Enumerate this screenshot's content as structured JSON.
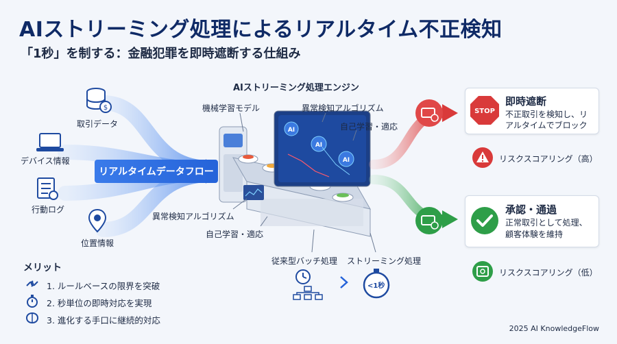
{
  "title": "AIストリーミング処理によるリアルタイム不正検知",
  "subtitle": "「1秒」を制する：金融犯罪を即時遮断する仕組み",
  "inputs": {
    "transaction_data": "取引データ",
    "device_info": "デバイス情報",
    "behavior_log": "行動ログ",
    "location_info": "位置情報"
  },
  "flow_label": "リアルタイムデータフロー",
  "engine": {
    "title": "AIストリーミング処理エンジン",
    "ml_model": "機械学習モデル",
    "anomaly_algo_top": "異常検知アルゴリズム",
    "self_learning_top": "自己学習・適応",
    "anomaly_algo_bottom": "異常検知アルゴリズム",
    "self_learning_bottom": "自己学習・適応",
    "screen_tag": "AI"
  },
  "comparison": {
    "batch": "従来型バッチ処理",
    "streaming": "ストリーミング処理",
    "stopwatch": "<1秒"
  },
  "merits": {
    "heading": "メリット",
    "items": [
      "1. ルールベースの限界を突破",
      "2. 秒単位の即時対応を実現",
      "3. 進化する手口に継続的対応"
    ]
  },
  "outcomes": {
    "block": {
      "title": "即時遮断",
      "desc_line1": "不正取引を検知し、リ",
      "desc_line2": "アルタイムでブロック",
      "stop_sign": "STOP",
      "risk": "リスクスコアリング（高）"
    },
    "approve": {
      "title": "承認・通過",
      "desc_line1": "正常取引として処理、",
      "desc_line2": "顧客体験を維持",
      "risk": "リスクスコアリング（低）"
    }
  },
  "footer": "2025 AI KnowledgeFlow",
  "colors": {
    "title": "#0f2a66",
    "flow_blue": "#2563d9",
    "danger_red": "#d93a3a",
    "success_green": "#2e9e48"
  }
}
